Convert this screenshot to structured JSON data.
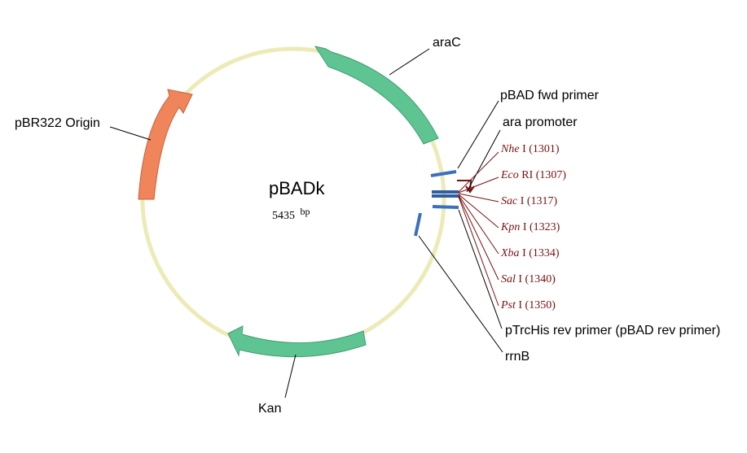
{
  "plasmid": {
    "name": "pBADk",
    "size_number": "5435",
    "size_unit": "bp",
    "backbone_color": "#ecebb8"
  },
  "features": [
    {
      "id": "arac",
      "label": "araC",
      "color": "#5ec492",
      "kind": "arrow"
    },
    {
      "id": "origin",
      "label": "pBR322 Origin",
      "color": "#f0845a",
      "kind": "arrow"
    },
    {
      "id": "kan",
      "label": "Kan",
      "color": "#5ec492",
      "kind": "arrow"
    },
    {
      "id": "pbad-fwd",
      "label": "pBAD fwd primer",
      "color": "#3c6fbf",
      "kind": "primer"
    },
    {
      "id": "ara-promoter",
      "label": "ara promoter",
      "color": "#7a1010",
      "kind": "promoter"
    },
    {
      "id": "ptrchis-rev",
      "label": "pTrcHis rev  primer (pBAD rev  primer)",
      "color": "#3c6fbf",
      "kind": "primer"
    },
    {
      "id": "rrnb",
      "label": "rrnB",
      "color": "#3c6fbf",
      "kind": "terminator"
    }
  ],
  "sites": [
    {
      "name": "Nhe",
      "suffix": " I (1301)"
    },
    {
      "name": "Eco",
      "suffix": " RI (1307)"
    },
    {
      "name": "Sac",
      "suffix": " I (1317)"
    },
    {
      "name": "Kpn",
      "suffix": " I (1323)"
    },
    {
      "name": "Xba",
      "suffix": " I (1334)"
    },
    {
      "name": "Sal",
      "suffix": " I (1340)"
    },
    {
      "name": "Pst",
      "suffix": " I (1350)"
    }
  ]
}
